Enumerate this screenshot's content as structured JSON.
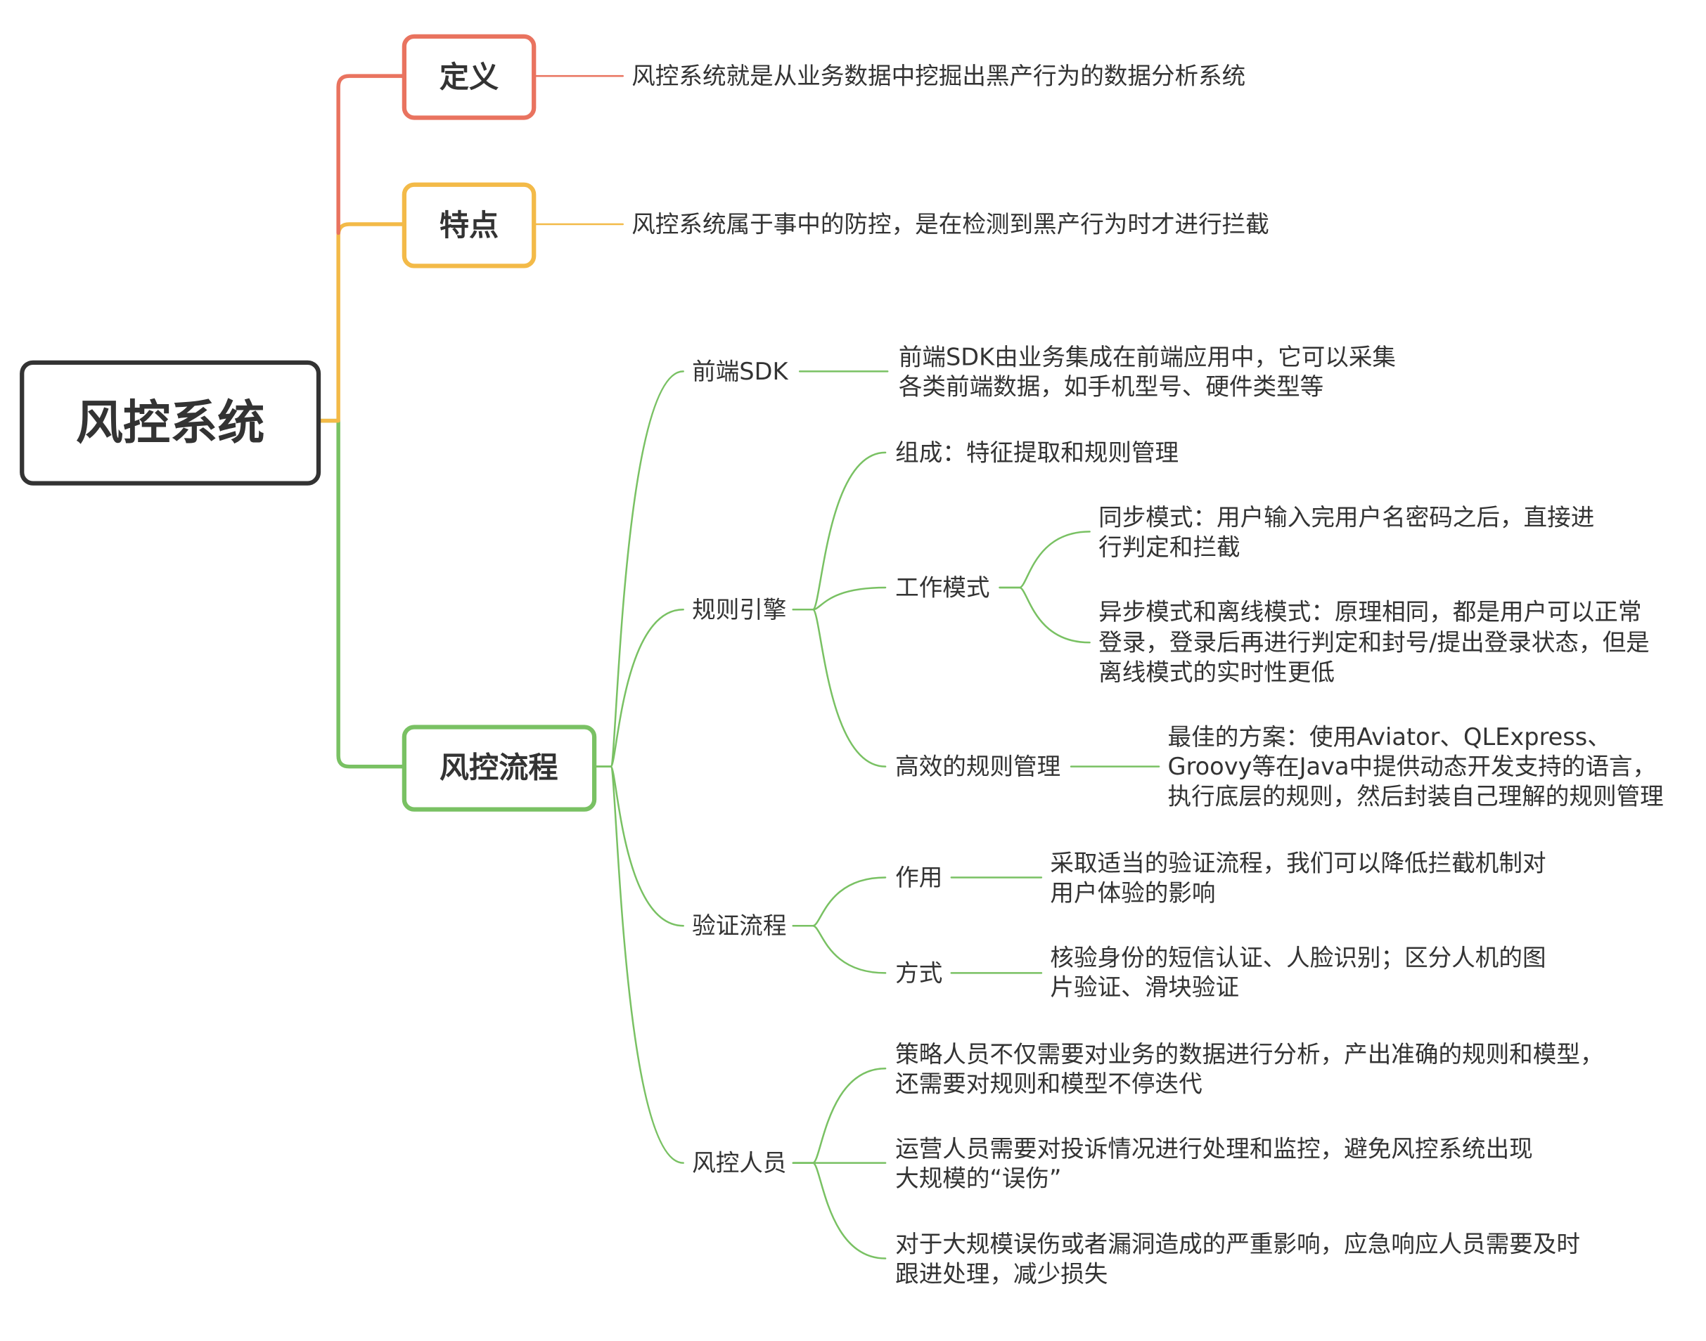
{
  "colors": {
    "root": "#333333",
    "definition": "#E9735F",
    "feature": "#F3BA48",
    "process": "#79C163"
  },
  "root": {
    "label": "风控系统"
  },
  "branches": {
    "definition": {
      "label": "定义",
      "desc": "风控系统就是从业务数据中挖掘出黑产行为的数据分析系统"
    },
    "feature": {
      "label": "特点",
      "desc": "风控系统属于事中的防控，是在检测到黑产行为时才进行拦截"
    },
    "process": {
      "label": "风控流程",
      "sdk": {
        "label": "前端SDK",
        "desc": [
          "前端SDK由业务集成在前端应用中，它可以采集",
          "各类前端数据，如手机型号、硬件类型等"
        ]
      },
      "rule_engine": {
        "label": "规则引擎",
        "composition": "组成：特征提取和规则管理",
        "work_mode": {
          "label": "工作模式",
          "sync": [
            "同步模式：用户输入完用户名密码之后，直接进",
            "行判定和拦截"
          ],
          "async": [
            "异步模式和离线模式：原理相同，都是用户可以正常",
            "登录，登录后再进行判定和封号/提出登录状态，但是",
            "离线模式的实时性更低"
          ]
        },
        "management": {
          "label": "高效的规则管理",
          "desc": [
            "最佳的方案：使用Aviator、QLExpress、",
            "Groovy等在Java中提供动态开发支持的语言，",
            "执行底层的规则，然后封装自己理解的规则管理"
          ]
        }
      },
      "verification": {
        "label": "验证流程",
        "purpose": {
          "label": "作用",
          "desc": [
            "采取适当的验证流程，我们可以降低拦截机制对",
            "用户体验的影响"
          ]
        },
        "method": {
          "label": "方式",
          "desc": [
            "核验身份的短信认证、人脸识别；区分人机的图",
            "片验证、滑块验证"
          ]
        }
      },
      "staff": {
        "label": "风控人员",
        "items": [
          [
            "策略人员不仅需要对业务的数据进行分析，产出准确的规则和模型，",
            "还需要对规则和模型不停迭代"
          ],
          [
            "运营人员需要对投诉情况进行处理和监控，避免风控系统出现",
            "大规模的“误伤”"
          ],
          [
            "对于大规模误伤或者漏洞造成的严重影响，应急响应人员需要及时",
            "跟进处理，减少损失"
          ]
        ]
      }
    }
  }
}
